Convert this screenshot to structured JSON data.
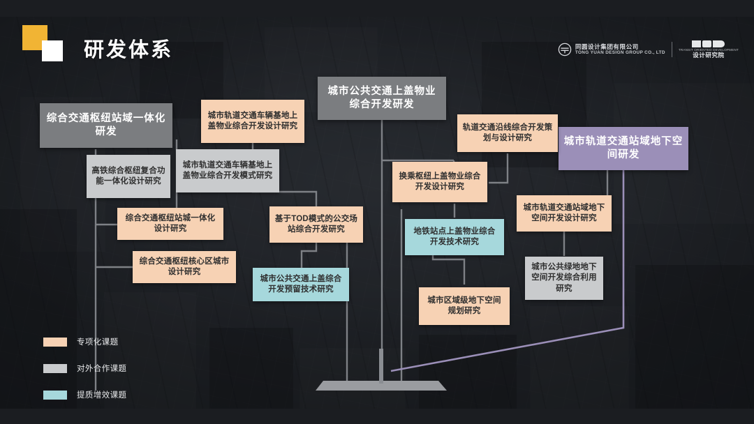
{
  "header": {
    "title": "研发体系",
    "brand": {
      "cn": "同圆设计集团有限公司",
      "en": "TONG YUAN DESIGN GROUP CO., LTD",
      "tod_sub": "TRANSIT ORIENTED DEVELOPMENT",
      "tod_cn": "设计研究院"
    }
  },
  "colors": {
    "accent_yellow": "#f1b434",
    "header_gray": "#7b7d80",
    "header_purple": "#9b8fb8",
    "peach": "#f7d2b4",
    "gray": "#c9cbcd",
    "teal": "#a6d8dc",
    "background": "#22252a"
  },
  "nodes": {
    "head_left": "综合交通枢纽站域一体化研发",
    "head_center": "城市公共交通上盖物业综合开发研发",
    "head_right": "城市轨道交通站域地下空间研发",
    "n1": "高铁综合枢纽复合功能一体化设计研究",
    "n2": "综合交通枢纽站城一体化设计研究",
    "n3": "综合交通枢纽核心区城市设计研究",
    "n4": "城市轨道交通车辆基地上盖物业综合开发设计研究",
    "n5": "城市轨道交通车辆基地上盖物业综合开发模式研究",
    "n6": "基于TOD模式的公交场站综合开发研究",
    "n7": "城市公共交通上盖综合开发预留技术研究",
    "n8": "换乘枢纽上盖物业综合开发设计研究",
    "n9": "地铁站点上盖物业综合开发技术研究",
    "n10": "城市区域级地下空间规划研究",
    "n11": "轨道交通沿线综合开发策划与设计研究",
    "n12": "城市轨道交通站域地下空间开发设计研究",
    "n13": "城市公共绿地地下空间开发综合利用研究"
  },
  "legend": [
    {
      "label": "专项化课题",
      "color": "#f7d2b4"
    },
    {
      "label": "对外合作课题",
      "color": "#c9cbcd"
    },
    {
      "label": "提质增效课题",
      "color": "#a6d8dc"
    }
  ]
}
